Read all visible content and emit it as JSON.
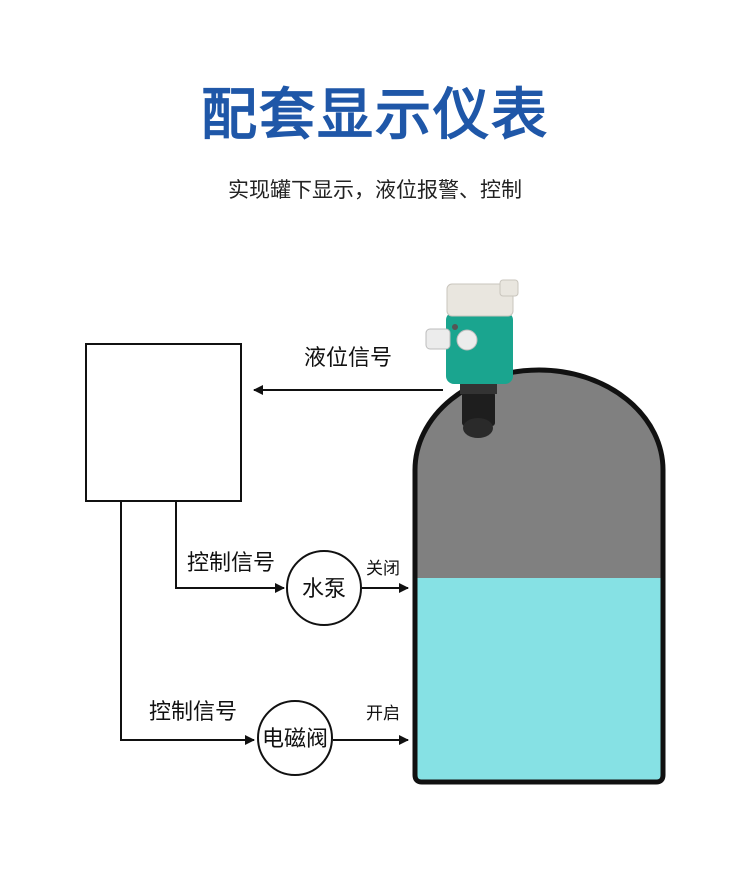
{
  "header": {
    "title": "配套显示仪表",
    "subtitle": "实现罐下显示，液位报警、控制"
  },
  "diagram": {
    "level_signal_label": "液位信号",
    "pump": {
      "signal_label": "控制信号",
      "name": "水泵",
      "state_label": "关闭"
    },
    "valve": {
      "signal_label": "控制信号",
      "name": "电磁阀",
      "state_label": "开启"
    },
    "colors": {
      "title": "#1f57a8",
      "tank_gas": "#808080",
      "tank_liquid": "#86e1e4",
      "sensor_body": "#1aa58f",
      "outline": "#111111"
    }
  }
}
